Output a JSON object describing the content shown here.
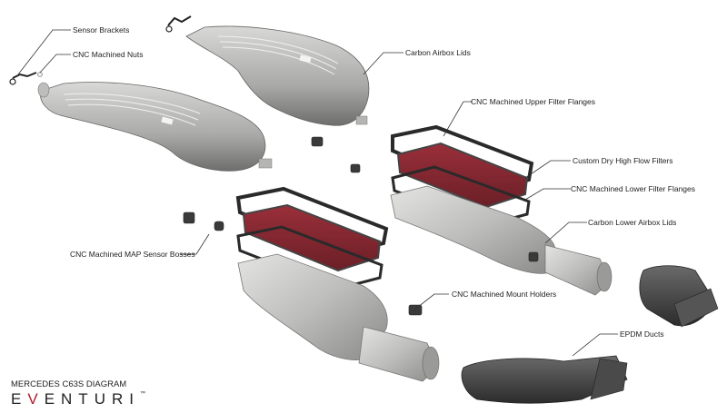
{
  "diagram": {
    "title": "MERCEDES C63S DIAGRAM",
    "brand": {
      "prefix": "E",
      "accent_letter": "V",
      "suffix": "ENTURI",
      "trademark": "™",
      "accent_color": "#b01e2e"
    },
    "callouts": [
      {
        "label": "Sensor Brackets"
      },
      {
        "label": "CNC Machined Nuts"
      },
      {
        "label": "Carbon Airbox Lids"
      },
      {
        "label": "CNC Machined Upper Filter Flanges"
      },
      {
        "label": "Custom Dry High Flow Filters"
      },
      {
        "label": "CNC Machined Lower Filter Flanges"
      },
      {
        "label": "Carbon Lower Airbox Lids"
      },
      {
        "label": "CNC Machined MAP Sensor Bosses"
      },
      {
        "label": "CNC Machined Mount Holders"
      },
      {
        "label": "EPDM Ducts"
      }
    ],
    "colors": {
      "part_light": "#c9c9c7",
      "part_mid": "#9c9c9a",
      "part_dark": "#5a5a5a",
      "gasket": "#2a2a2a",
      "filter": "#8a2a33",
      "duct": "#3c3c3c"
    }
  }
}
